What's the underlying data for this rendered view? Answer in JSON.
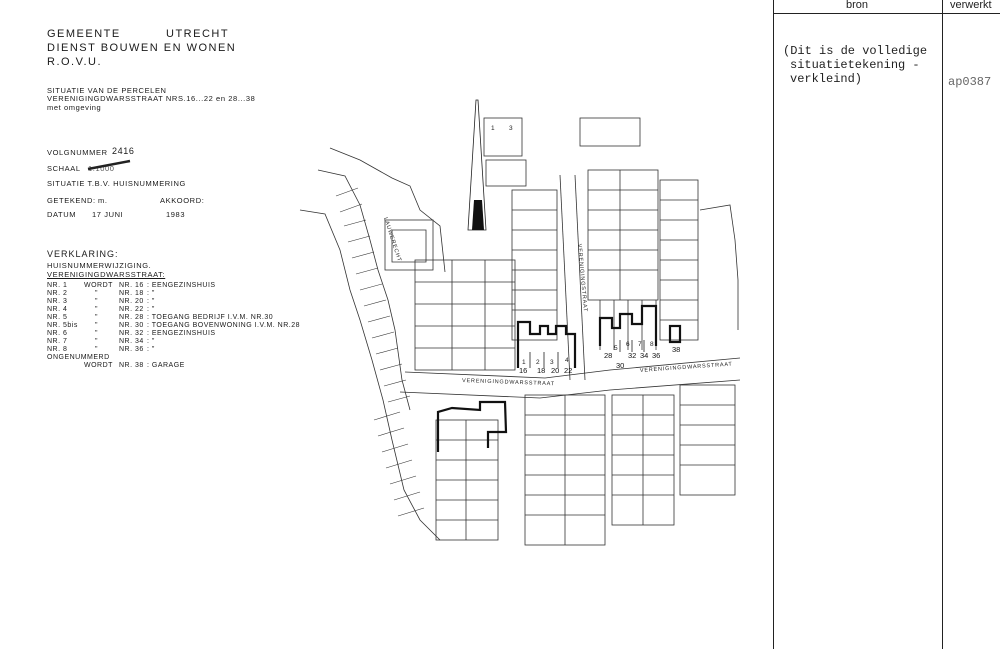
{
  "header": {
    "line1_left": "GEMEENTE",
    "line1_right": "UTRECHT",
    "line2": "DIENST BOUWEN EN WONEN",
    "line3": "R.O.V.U."
  },
  "title": {
    "line1": "SITUATIE VAN DE PERCELEN",
    "line2": "VERENIGINGDWARSSTRAAT NRS.16...22 en 28...38",
    "line3": "met omgeving"
  },
  "meta": {
    "volgnummer_label": "VOLGNUMMER",
    "volgnummer_value": "2416",
    "schaal_label": "SCHAAL",
    "schaal_value": "1:1000",
    "situatie": "SITUATIE T.B.V. HUISNUMMERING",
    "getekend_label": "GETEKEND:",
    "getekend_value": "m.",
    "akkoord_label": "AKKOORD:",
    "datum_label": "DATUM",
    "datum_day_month": "17 JUNI",
    "datum_year": "1983"
  },
  "legend": {
    "title": "VERKLARING:",
    "subtitle1": "HUISNUMMERWIJZIGING.",
    "subtitle2": "VERENIGINGDWARSSTRAAT:",
    "rows": [
      {
        "from": "NR. 1",
        "word": "WORDT",
        "to": "NR. 16",
        "note": ": EENGEZINSHUIS"
      },
      {
        "from": "NR. 2",
        "word": "\"",
        "to": "NR. 18",
        "note": ": \""
      },
      {
        "from": "NR. 3",
        "word": "\"",
        "to": "NR. 20",
        "note": ": \""
      },
      {
        "from": "NR. 4",
        "word": "\"",
        "to": "NR. 22",
        "note": ": \""
      },
      {
        "from": "NR. 5",
        "word": "\"",
        "to": "NR. 28",
        "note": ": TOEGANG BEDRIJF I.V.M. NR.30"
      },
      {
        "from": "NR. 5bis",
        "word": "\"",
        "to": "NR. 30",
        "note": ": TOEGANG BOVENWONING I.V.M. NR.28"
      },
      {
        "from": "NR. 6",
        "word": "\"",
        "to": "NR. 32",
        "note": ": EENGEZINSHUIS"
      },
      {
        "from": "NR. 7",
        "word": "\"",
        "to": "NR. 34",
        "note": ": \""
      },
      {
        "from": "NR. 8",
        "word": "\"",
        "to": "NR. 36",
        "note": ": \""
      }
    ],
    "unnumbered": "ONGENUMMERD",
    "unnumbered_word": "WORDT",
    "unnumbered_to": "NR. 38",
    "unnumbered_note": ": GARAGE"
  },
  "map": {
    "street_bottom": "VERENIGINGDWARSSTRAAT",
    "street_right": "VERENIGINGDWARSSTRAAT",
    "street_vertical": "VERENIGINGSTRAAT",
    "street_left": "LAUWERECHT",
    "parcel_labels_left": [
      "1",
      "2",
      "3",
      "4"
    ],
    "house_numbers_left": [
      "16",
      "18",
      "20",
      "22"
    ],
    "parcel_labels_right": [
      "5",
      "6",
      "7",
      "8"
    ],
    "house_numbers_right": [
      "28",
      "30",
      "32",
      "34",
      "36",
      "38"
    ],
    "top_plot_labels": [
      "1",
      "3"
    ]
  },
  "table": {
    "col_bron": "bron",
    "col_verwerkt": "verwerkt",
    "bron_text_line1": "(Dit is de volledige",
    "bron_text_line2": "situatietekening -",
    "bron_text_line3": "verkleind)",
    "verwerkt_code": "ap0387"
  }
}
